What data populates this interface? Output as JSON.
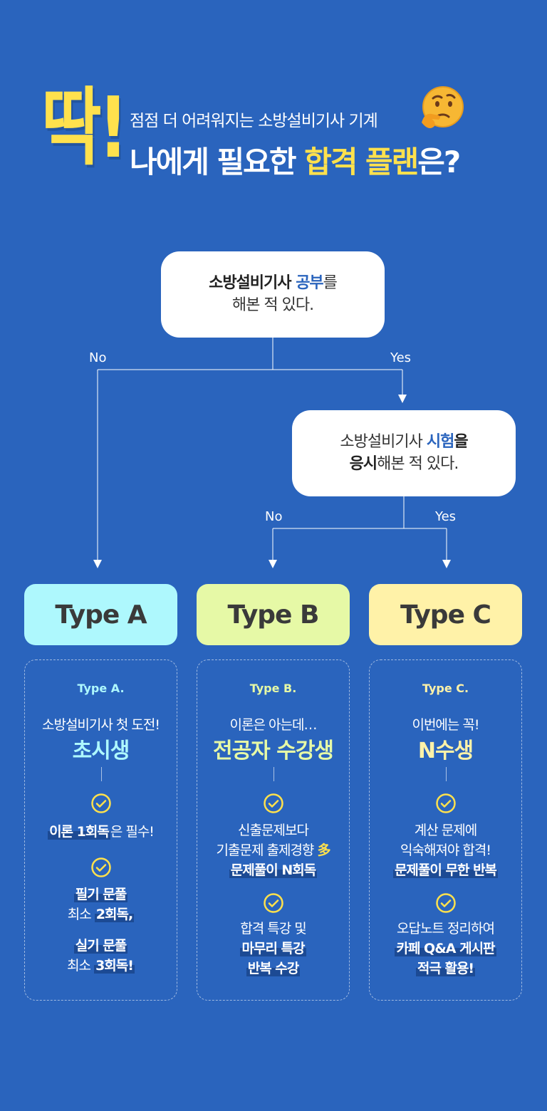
{
  "header": {
    "big": "딱!",
    "subtitle": "점점 더 어려워지는 소방설비기사 기계",
    "title_start": "나에게 필요한 ",
    "title_highlight_1": "합격",
    "title_space": " ",
    "title_highlight_2": "플랜",
    "title_end": "은?",
    "emoji": "thinking-face-icon"
  },
  "q1": {
    "line1_a": "소방설비기사 ",
    "line1_b": "공부",
    "line1_c": "를",
    "line2": "해본 적 있다.",
    "no": "No",
    "yes": "Yes"
  },
  "q2": {
    "line1_a": "소방설비기사 ",
    "line1_b": "시험",
    "line1_c": "을",
    "line2_a": "응시",
    "line2_b": "해본 적 있다.",
    "no": "No",
    "yes": "Yes"
  },
  "types": {
    "a": "Type A",
    "b": "Type B",
    "c": "Type C"
  },
  "cards": {
    "a": {
      "tag": "Type A.",
      "sub": "소방설비기사 첫 도전!",
      "name": "초시생",
      "p1_a": "이론 1회독",
      "p1_b": "은 필수!",
      "p2_l1": "필기 문풀",
      "p2_l2a": "최소 ",
      "p2_l2b": "2회독,",
      "p3_l1": "실기 문풀",
      "p3_l2a": "최소 ",
      "p3_l2b": "3회독!"
    },
    "b": {
      "tag": "Type B.",
      "sub": "이론은 아는데…",
      "name": "전공자 수강생",
      "p1_l1": "신출문제보다",
      "p1_l2": "기출문제 출제경향 ",
      "p1_l2b": "多",
      "p1_l3": "문제풀이 N회독",
      "p2_l1": "합격 특강 및",
      "p2_l2": "마무리 특강",
      "p2_l3": "반복 수강"
    },
    "c": {
      "tag": "Type C.",
      "sub": "이번에는 꼭!",
      "name": "N수생",
      "p1_l1": "계산 문제에",
      "p1_l2": "익숙해져야 합격!",
      "p1_l3": "문제풀이 무한 반복",
      "p2_l1": "오답노트 정리하여",
      "p2_l2": "카페 Q&A 게시판",
      "p2_l3": "적극 활용!"
    }
  },
  "colors": {
    "background": "#2a64bd",
    "accent_yellow": "#ffe14d",
    "type_a": "#aef8fd",
    "type_b": "#e6f9a6",
    "type_c": "#fff2a8"
  }
}
